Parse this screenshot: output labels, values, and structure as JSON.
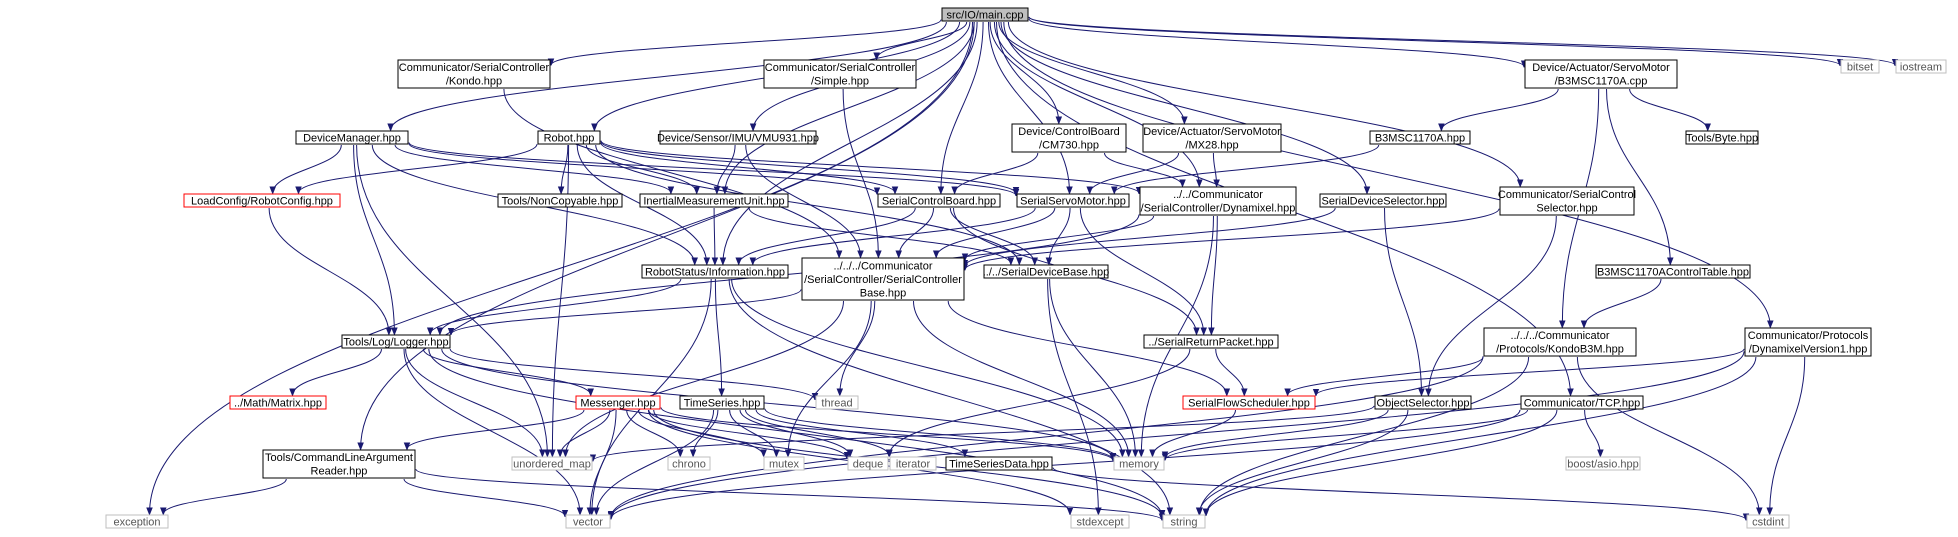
{
  "graph": {
    "colors": {
      "edge": "#191970",
      "box_border": "#000000",
      "external_border": "#bfbfbf",
      "incomplete_border": "#ff0000",
      "root_fill": "#bfbfbf",
      "box_fill": "#ffffff",
      "external_text": "#555555",
      "text": "#000000"
    },
    "nodes": [
      {
        "id": "main",
        "lines": [
          "src/IO/main.cpp"
        ],
        "kind": "root"
      },
      {
        "id": "kondo",
        "lines": [
          "Communicator/SerialController",
          "/Kondo.hpp"
        ],
        "kind": "normal"
      },
      {
        "id": "simple",
        "lines": [
          "Communicator/SerialController",
          "/Simple.hpp"
        ],
        "kind": "normal"
      },
      {
        "id": "b3mcpp",
        "lines": [
          "Device/Actuator/ServoMotor",
          "/B3MSC1170A.cpp"
        ],
        "kind": "normal"
      },
      {
        "id": "bitset",
        "lines": [
          "bitset"
        ],
        "kind": "external"
      },
      {
        "id": "iostream",
        "lines": [
          "iostream"
        ],
        "kind": "external"
      },
      {
        "id": "devmgr",
        "lines": [
          "DeviceManager.hpp"
        ],
        "kind": "normal"
      },
      {
        "id": "robot",
        "lines": [
          "Robot.hpp"
        ],
        "kind": "normal"
      },
      {
        "id": "imu",
        "lines": [
          "Device/Sensor/IMU/VMU931.hpp"
        ],
        "kind": "normal"
      },
      {
        "id": "cm730",
        "lines": [
          "Device/ControlBoard",
          "/CM730.hpp"
        ],
        "kind": "normal"
      },
      {
        "id": "mx28",
        "lines": [
          "Device/Actuator/ServoMotor",
          "/MX28.hpp"
        ],
        "kind": "normal"
      },
      {
        "id": "b3mhpp",
        "lines": [
          "B3MSC1170A.hpp"
        ],
        "kind": "normal"
      },
      {
        "id": "byte",
        "lines": [
          "Tools/Byte.hpp"
        ],
        "kind": "normal"
      },
      {
        "id": "robotcfg",
        "lines": [
          "LoadConfig/RobotConfig.hpp"
        ],
        "kind": "incomplete"
      },
      {
        "id": "noncopy",
        "lines": [
          "Tools/NonCopyable.hpp"
        ],
        "kind": "normal"
      },
      {
        "id": "imuunit",
        "lines": [
          "InertialMeasurementUnit.hpp"
        ],
        "kind": "normal"
      },
      {
        "id": "scboard",
        "lines": [
          "SerialControlBoard.hpp"
        ],
        "kind": "normal"
      },
      {
        "id": "servo",
        "lines": [
          "SerialServoMotor.hpp"
        ],
        "kind": "normal"
      },
      {
        "id": "dynamixel",
        "lines": [
          "../../Communicator",
          "/SerialController/Dynamixel.hpp"
        ],
        "kind": "normal"
      },
      {
        "id": "sdselector",
        "lines": [
          "SerialDeviceSelector.hpp"
        ],
        "kind": "normal"
      },
      {
        "id": "csselector",
        "lines": [
          "Communicator/SerialControl",
          "Selector.hpp"
        ],
        "kind": "normal"
      },
      {
        "id": "info",
        "lines": [
          "RobotStatus/Information.hpp"
        ],
        "kind": "normal"
      },
      {
        "id": "scbase",
        "lines": [
          "../../../Communicator",
          "/SerialController/SerialController",
          "Base.hpp"
        ],
        "kind": "normal"
      },
      {
        "id": "sdbase",
        "lines": [
          "../../SerialDeviceBase.hpp"
        ],
        "kind": "normal"
      },
      {
        "id": "b3mtable",
        "lines": [
          "B3MSC1170AControlTable.hpp"
        ],
        "kind": "normal"
      },
      {
        "id": "logger",
        "lines": [
          "Tools/Log/Logger.hpp"
        ],
        "kind": "normal"
      },
      {
        "id": "retpacket",
        "lines": [
          "../SerialReturnPacket.hpp"
        ],
        "kind": "normal"
      },
      {
        "id": "kondob3m",
        "lines": [
          "../../../Communicator",
          "/Protocols/KondoB3M.hpp"
        ],
        "kind": "normal"
      },
      {
        "id": "dxlv1",
        "lines": [
          "Communicator/Protocols",
          "/DynamixelVersion1.hpp"
        ],
        "kind": "normal"
      },
      {
        "id": "matrix",
        "lines": [
          "../Math/Matrix.hpp"
        ],
        "kind": "incomplete"
      },
      {
        "id": "messenger",
        "lines": [
          "Messenger.hpp"
        ],
        "kind": "incomplete"
      },
      {
        "id": "timeseries",
        "lines": [
          "TimeSeries.hpp"
        ],
        "kind": "normal"
      },
      {
        "id": "thread",
        "lines": [
          "thread"
        ],
        "kind": "external"
      },
      {
        "id": "sfsched",
        "lines": [
          "SerialFlowScheduler.hpp"
        ],
        "kind": "incomplete"
      },
      {
        "id": "objsel",
        "lines": [
          "ObjectSelector.hpp"
        ],
        "kind": "normal"
      },
      {
        "id": "tcp",
        "lines": [
          "Communicator/TCP.hpp"
        ],
        "kind": "normal"
      },
      {
        "id": "cmdline",
        "lines": [
          "Tools/CommandLineArgument",
          "Reader.hpp"
        ],
        "kind": "normal"
      },
      {
        "id": "unordered_map",
        "lines": [
          "unordered_map"
        ],
        "kind": "external"
      },
      {
        "id": "chrono",
        "lines": [
          "chrono"
        ],
        "kind": "external"
      },
      {
        "id": "mutex",
        "lines": [
          "mutex"
        ],
        "kind": "external"
      },
      {
        "id": "deque",
        "lines": [
          "deque"
        ],
        "kind": "external"
      },
      {
        "id": "iterator",
        "lines": [
          "iterator"
        ],
        "kind": "external"
      },
      {
        "id": "tsdata",
        "lines": [
          "TimeSeriesData.hpp"
        ],
        "kind": "normal"
      },
      {
        "id": "memory",
        "lines": [
          "memory"
        ],
        "kind": "external"
      },
      {
        "id": "asio",
        "lines": [
          "boost/asio.hpp"
        ],
        "kind": "external"
      },
      {
        "id": "exception",
        "lines": [
          "exception"
        ],
        "kind": "external"
      },
      {
        "id": "vector",
        "lines": [
          "vector"
        ],
        "kind": "external"
      },
      {
        "id": "stdexcept",
        "lines": [
          "stdexcept"
        ],
        "kind": "external"
      },
      {
        "id": "string",
        "lines": [
          "string"
        ],
        "kind": "external"
      },
      {
        "id": "cstdint",
        "lines": [
          "cstdint"
        ],
        "kind": "external"
      }
    ],
    "edges": [
      [
        "main",
        "kondo"
      ],
      [
        "main",
        "simple"
      ],
      [
        "main",
        "b3mcpp"
      ],
      [
        "main",
        "bitset"
      ],
      [
        "main",
        "iostream"
      ],
      [
        "main",
        "devmgr"
      ],
      [
        "main",
        "robot"
      ],
      [
        "main",
        "imu"
      ],
      [
        "main",
        "cm730"
      ],
      [
        "main",
        "mx28"
      ],
      [
        "main",
        "scboard"
      ],
      [
        "main",
        "servo"
      ],
      [
        "main",
        "dynamixel"
      ],
      [
        "main",
        "sdselector"
      ],
      [
        "main",
        "csselector"
      ],
      [
        "main",
        "info"
      ],
      [
        "main",
        "imuunit"
      ],
      [
        "main",
        "tcp"
      ],
      [
        "main",
        "dxlv1"
      ],
      [
        "main",
        "cmdline"
      ],
      [
        "main",
        "exception"
      ],
      [
        "kondo",
        "scbase"
      ],
      [
        "simple",
        "scbase"
      ],
      [
        "b3mcpp",
        "b3mhpp"
      ],
      [
        "b3mcpp",
        "byte"
      ],
      [
        "b3mcpp",
        "b3mtable"
      ],
      [
        "b3mcpp",
        "kondob3m"
      ],
      [
        "b3mhpp",
        "servo"
      ],
      [
        "b3mtable",
        "kondob3m"
      ],
      [
        "devmgr",
        "robotcfg"
      ],
      [
        "devmgr",
        "info"
      ],
      [
        "devmgr",
        "logger"
      ],
      [
        "devmgr",
        "scboard"
      ],
      [
        "devmgr",
        "servo"
      ],
      [
        "devmgr",
        "imuunit"
      ],
      [
        "devmgr",
        "unordered_map"
      ],
      [
        "robot",
        "robotcfg"
      ],
      [
        "robot",
        "noncopy"
      ],
      [
        "robot",
        "imuunit"
      ],
      [
        "robot",
        "scboard"
      ],
      [
        "robot",
        "servo"
      ],
      [
        "robot",
        "info"
      ],
      [
        "robot",
        "sdbase"
      ],
      [
        "robot",
        "unordered_map"
      ],
      [
        "robot",
        "dynamixel"
      ],
      [
        "imu",
        "imuunit"
      ],
      [
        "imu",
        "scbase"
      ],
      [
        "cm730",
        "scboard"
      ],
      [
        "cm730",
        "dynamixel"
      ],
      [
        "mx28",
        "servo"
      ],
      [
        "mx28",
        "dynamixel"
      ],
      [
        "robotcfg",
        "logger"
      ],
      [
        "imuunit",
        "info"
      ],
      [
        "imuunit",
        "sdbase"
      ],
      [
        "scboard",
        "info"
      ],
      [
        "scboard",
        "scbase"
      ],
      [
        "scboard",
        "sdbase"
      ],
      [
        "scboard",
        "retpacket"
      ],
      [
        "servo",
        "info"
      ],
      [
        "servo",
        "scbase"
      ],
      [
        "servo",
        "sdbase"
      ],
      [
        "servo",
        "retpacket"
      ],
      [
        "dynamixel",
        "scbase"
      ],
      [
        "dynamixel",
        "retpacket"
      ],
      [
        "dynamixel",
        "logger"
      ],
      [
        "dynamixel",
        "memory"
      ],
      [
        "sdselector",
        "scbase"
      ],
      [
        "sdselector",
        "objsel"
      ],
      [
        "csselector",
        "scbase"
      ],
      [
        "csselector",
        "objsel"
      ],
      [
        "info",
        "logger"
      ],
      [
        "info",
        "timeseries"
      ],
      [
        "info",
        "memory"
      ],
      [
        "info",
        "string"
      ],
      [
        "info",
        "vector"
      ],
      [
        "scbase",
        "logger"
      ],
      [
        "scbase",
        "sfsched"
      ],
      [
        "scbase",
        "memory"
      ],
      [
        "scbase",
        "unordered_map"
      ],
      [
        "scbase",
        "thread"
      ],
      [
        "scbase",
        "mutex"
      ],
      [
        "sdbase",
        "memory"
      ],
      [
        "sdbase",
        "stdexcept"
      ],
      [
        "retpacket",
        "sfsched"
      ],
      [
        "retpacket",
        "deque"
      ],
      [
        "kondob3m",
        "sfsched"
      ],
      [
        "kondob3m",
        "string"
      ],
      [
        "kondob3m",
        "cstdint"
      ],
      [
        "kondob3m",
        "vector"
      ],
      [
        "dxlv1",
        "sfsched"
      ],
      [
        "dxlv1",
        "string"
      ],
      [
        "dxlv1",
        "cstdint"
      ],
      [
        "dxlv1",
        "vector"
      ],
      [
        "logger",
        "matrix"
      ],
      [
        "logger",
        "messenger"
      ],
      [
        "logger",
        "thread"
      ],
      [
        "logger",
        "memory"
      ],
      [
        "logger",
        "string"
      ],
      [
        "logger",
        "vector"
      ],
      [
        "logger",
        "unordered_map"
      ],
      [
        "messenger",
        "cmdline"
      ],
      [
        "messenger",
        "unordered_map"
      ],
      [
        "messenger",
        "chrono"
      ],
      [
        "messenger",
        "mutex"
      ],
      [
        "messenger",
        "deque"
      ],
      [
        "messenger",
        "memory"
      ],
      [
        "messenger",
        "string"
      ],
      [
        "messenger",
        "vector"
      ],
      [
        "messenger",
        "stdexcept"
      ],
      [
        "timeseries",
        "chrono"
      ],
      [
        "timeseries",
        "mutex"
      ],
      [
        "timeseries",
        "deque"
      ],
      [
        "timeseries",
        "iterator"
      ],
      [
        "timeseries",
        "tsdata"
      ],
      [
        "timeseries",
        "memory"
      ],
      [
        "timeseries",
        "vector"
      ],
      [
        "sfsched",
        "memory"
      ],
      [
        "objsel",
        "memory"
      ],
      [
        "objsel",
        "string"
      ],
      [
        "objsel",
        "unordered_map"
      ],
      [
        "tcp",
        "asio"
      ],
      [
        "tcp",
        "memory"
      ],
      [
        "tcp",
        "string"
      ],
      [
        "tcp",
        "vector"
      ],
      [
        "cmdline",
        "exception"
      ],
      [
        "cmdline",
        "vector"
      ],
      [
        "cmdline",
        "string"
      ],
      [
        "tsdata",
        "cstdint"
      ]
    ]
  }
}
